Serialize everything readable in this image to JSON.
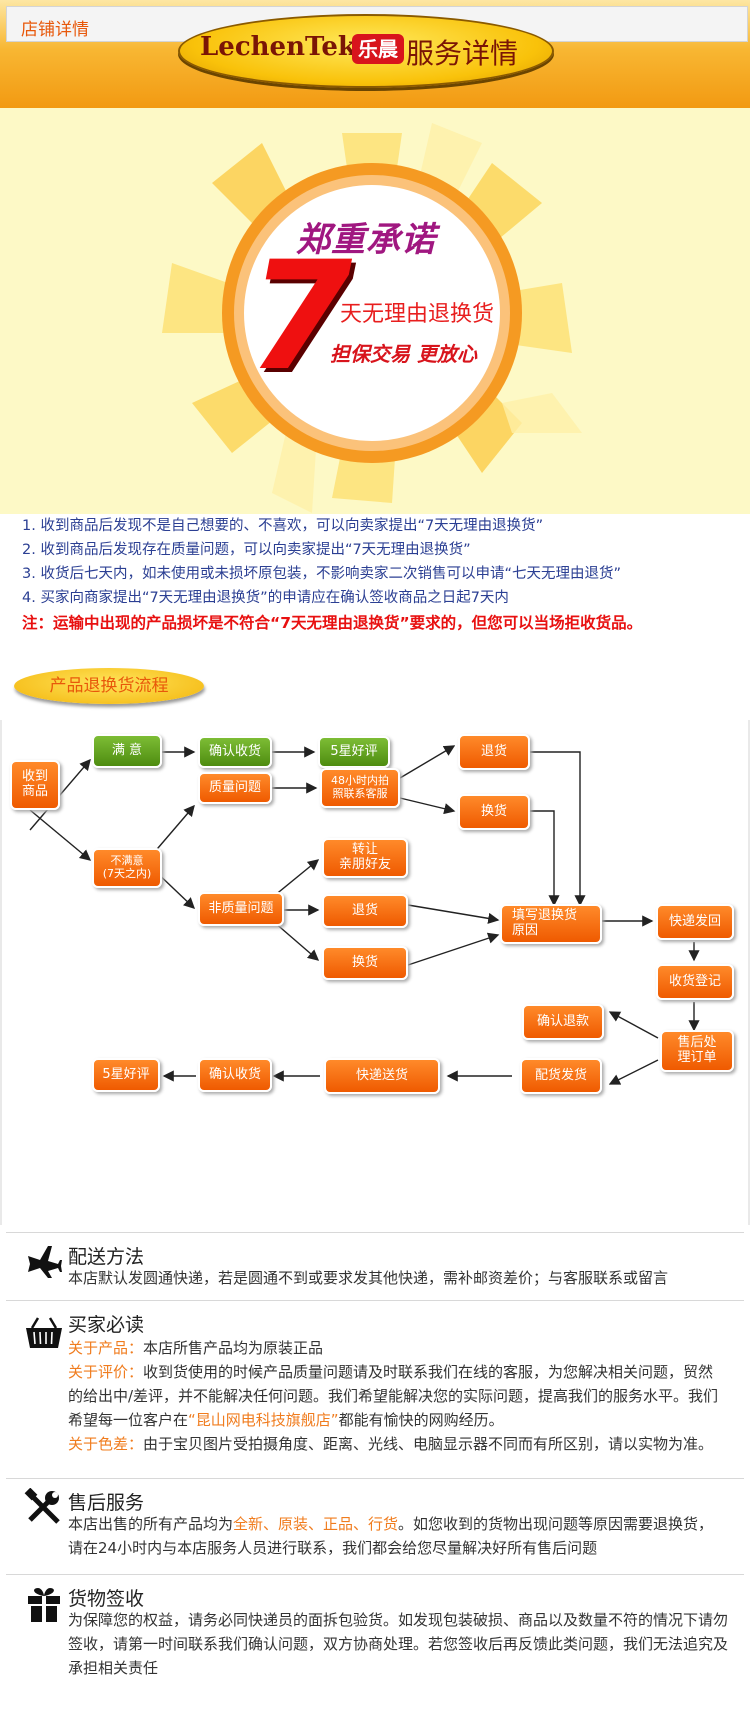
{
  "header": {
    "store_tab": "店铺详情",
    "brand_name": "LechenTek",
    "brand_reg": "®",
    "brand_badge": "乐晨",
    "brand_service": "服务详情"
  },
  "promise": {
    "title": "郑重承诺",
    "number": "7",
    "subtitle": "天无理由退换货",
    "guarantee": "担保交易  更放心"
  },
  "rules": [
    "1. 收到商品后发现不是自己想要的、不喜欢，可以向卖家提出“7天无理由退换货”",
    "2. 收到商品后发现存在质量问题，可以向卖家提出“7天无理由退换货”",
    "3. 收货后七天内，如未使用或未损坏原包装，不影响卖家二次销售可以申请“七天无理由退货”",
    "4. 买家向商家提出“7天无理由退换货”的申请应在确认签收商品之日起7天内"
  ],
  "rule_note": "注：运输中出现的产品损坏是不符合“7天无理由退换货”要求的，但您可以当场拒收货品。",
  "flow": {
    "title": "产品退换货流程",
    "nodes": {
      "receive": "收到\n商品",
      "satisfied": "满  意",
      "confirm1": "确认收货",
      "star1": "5星好评",
      "quality": "质量问题",
      "photo48": "48小时内拍\n照联系客服",
      "return1": "退货",
      "exchange1": "换货",
      "unsatisfied": "不满意\n(7天之内)",
      "transfer": "转让\n亲朋好友",
      "nonquality": "非质量问题",
      "return2": "退货",
      "exchange2": "换货",
      "fill_reason": "填写退换货\n原因",
      "express_back": "快递发回",
      "receipt_reg": "收货登记",
      "confirm_refund": "确认退款",
      "aftersale": "售后处\n理订单",
      "ship": "配货发货",
      "express_send": "快递送货",
      "confirm2": "确认收货",
      "star2": "5星好评"
    }
  },
  "sections": {
    "delivery": {
      "icon": "airplane-icon",
      "title": "配送方法",
      "body": "本店默认发圆通快递，若是圆通不到或要求发其他快递，需补邮资差价；与客服联系或留言"
    },
    "buyer": {
      "icon": "basket-icon",
      "title": "买家必读",
      "product_label": "关于产品：",
      "product_text": "本店所售产品均为原装正品",
      "review_label": "关于评价：",
      "review_text_1": "收到货使用的时候产品质量问题请及时联系我们在线的客服，为您解决相关问题，贸然的给出中/差评，并不能解决任何问题。我们希望能解决您的实际问题，提高我们的服务水平。我们希望每一位客户在",
      "review_store": "“昆山网电科技旗舰店”",
      "review_text_2": "都能有愉快的网购经历。",
      "color_label": "关于色差：",
      "color_text": "由于宝贝图片受拍摄角度、距离、光线、电脑显示器不同而有所区别，请以实物为准。"
    },
    "aftersale": {
      "icon": "tools-icon",
      "title": "售后服务",
      "text_1": "本店出售的所有产品均为",
      "highlight": "全新、原装、正品、行货",
      "text_2": "。如您收到的货物出现问题等原因需要退换货，请在24小时内与本店服务人员进行联系，我们都会给您尽量解决好所有售后问题"
    },
    "signing": {
      "icon": "gift-icon",
      "title": "货物签收",
      "body": "为保障您的权益，请务必同快递员的面拆包验货。如发现包装破损、商品以及数量不符的情况下请勿签收，请第一时间联系我们确认问题，双方协商处理。若您签收后再反馈此类问题，我们无法追究及承担相关责任"
    }
  },
  "colors": {
    "orange": "#ef5a00",
    "green": "#4e8c10",
    "highlight": "#f07c1e",
    "rule_blue": "#2b3f93",
    "rule_red": "#e81010"
  }
}
